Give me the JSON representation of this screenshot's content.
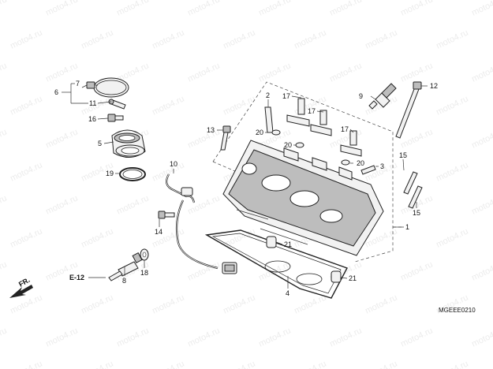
{
  "watermark": "moto4.ru",
  "diagram_code": "MGEEE0210",
  "ref_label": "E-12",
  "direction_label": "FR.",
  "callouts": {
    "c1": "1",
    "c2": "2",
    "c3": "3",
    "c4": "4",
    "c5": "5",
    "c6": "6",
    "c7": "7",
    "c8": "8",
    "c9": "9",
    "c10": "10",
    "c11": "11",
    "c12": "12",
    "c13": "13",
    "c14": "14",
    "c15a": "15",
    "c15b": "15",
    "c16": "16",
    "c17a": "17",
    "c17b": "17",
    "c17c": "17",
    "c18": "18",
    "c19": "19",
    "c20a": "20",
    "c20b": "20",
    "c20c": "20",
    "c21a": "21",
    "c21b": "21"
  }
}
